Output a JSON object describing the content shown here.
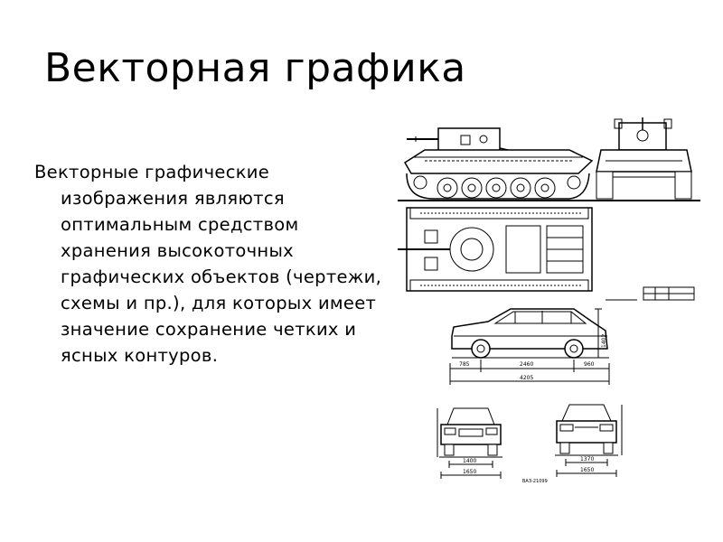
{
  "slide": {
    "title": "Векторная графика",
    "body": "Векторные графические изображения являются оптимальным средством хранения высокоточных графических объектов (чертежи, схемы и пр.), для которых имеет значение сохранение четких и ясных контуров."
  },
  "car_drawing": {
    "dims": {
      "front_overhang": "785",
      "wheelbase": "2460",
      "rear_overhang": "960",
      "length": "4205",
      "height": "1402",
      "front_track": "1400",
      "front_width": "1650",
      "rear_track": "1370",
      "rear_width": "1650"
    },
    "model": "ВАЗ-21099"
  }
}
